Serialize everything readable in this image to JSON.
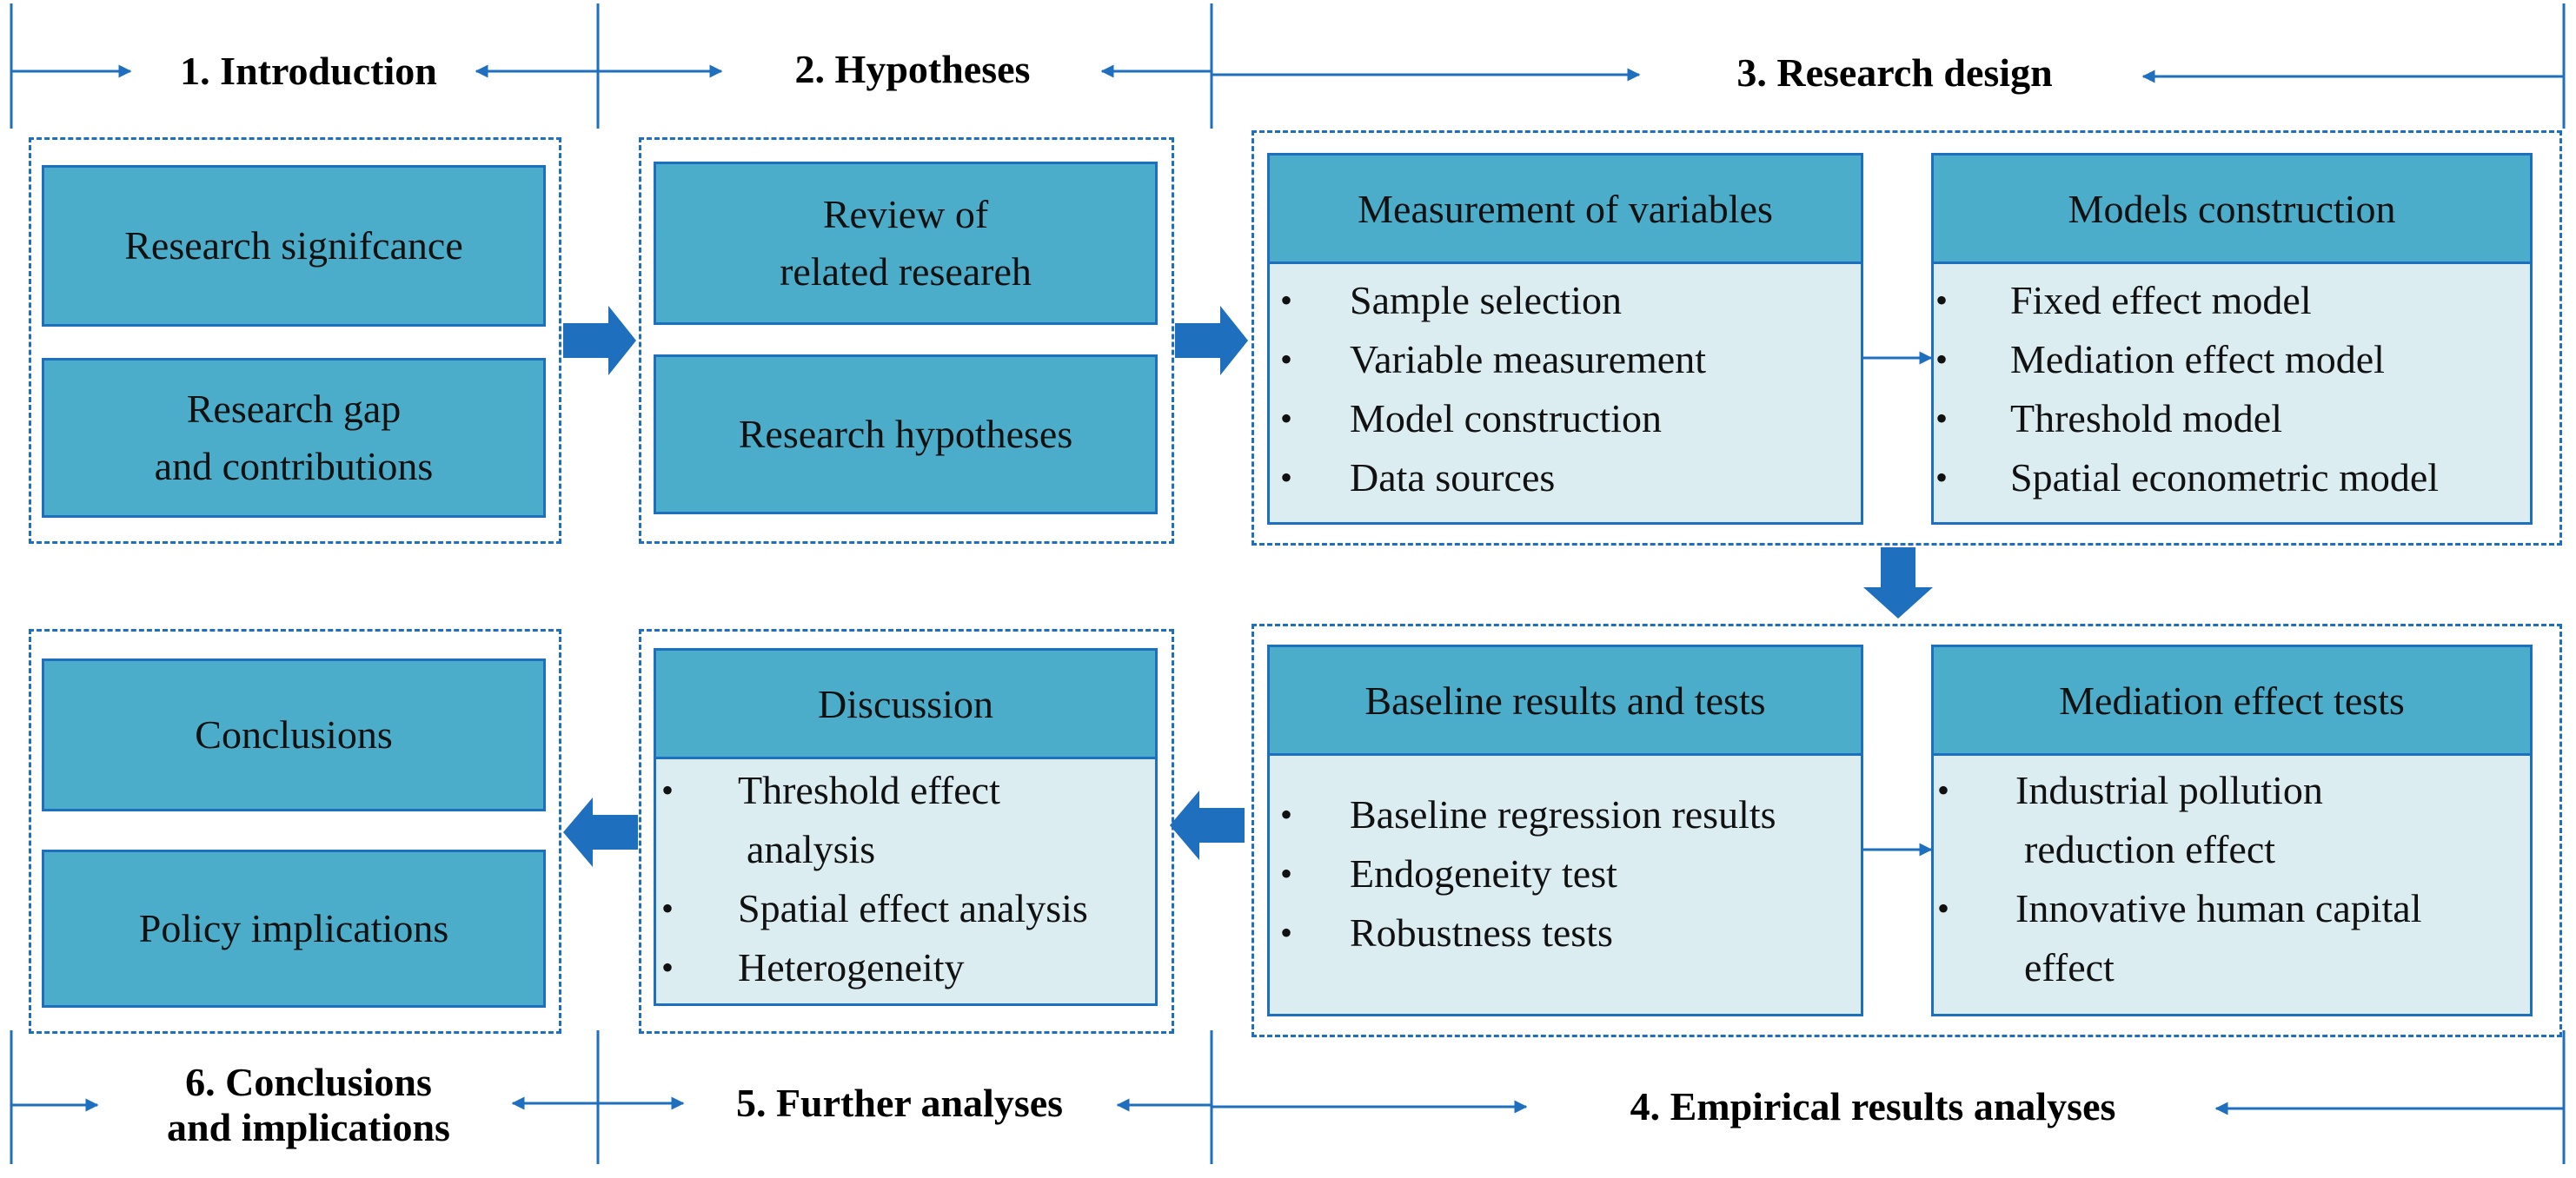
{
  "sections": {
    "introduction": "1. Introduction",
    "hypotheses": "2. Hypotheses",
    "research_design": "3. Research design",
    "empirical": "4. Empirical results analyses",
    "further": "5. Further analyses",
    "conclusions_line1": "6. Conclusions",
    "conclusions_line2": "and implications"
  },
  "intro": {
    "box1": "Research signifcance",
    "box2_line1": "Research gap",
    "box2_line2": "and contributions"
  },
  "hypo": {
    "box1_line1": "Review of",
    "box1_line2": "related researeh",
    "box2": "Research hypotheses"
  },
  "measurement": {
    "title": "Measurement of variables",
    "items": [
      "Sample selection",
      "Variable measurement",
      "Model construction",
      "Data sources"
    ]
  },
  "models": {
    "title": "Models construction",
    "items": [
      "Fixed effect model",
      "Mediation effect model",
      "Threshold model",
      "Spatial econometric model"
    ]
  },
  "baseline": {
    "title": "Baseline results and tests",
    "items": [
      "Baseline regression results",
      "Endogeneity test",
      "Robustness tests"
    ]
  },
  "mediation": {
    "title": "Mediation effect tests",
    "items": [
      {
        "line1": "Industrial pollution",
        "line2": "reduction effect"
      },
      {
        "line1": "Innovative human capital",
        "line2": "effect"
      }
    ]
  },
  "discussion": {
    "title": "Discussion",
    "items": [
      {
        "line1": "Threshold effect",
        "line2": "analysis"
      },
      {
        "line1": "Spatial effect analysis"
      },
      {
        "line1": "Heterogeneity"
      }
    ]
  },
  "conclusions": {
    "box1": "Conclusions",
    "box2": "Policy implications"
  },
  "bullet": "•",
  "colors": {
    "line": "#1f6fbf",
    "box_fill": "#4badc9",
    "panel_fill": "#dcedf2"
  }
}
